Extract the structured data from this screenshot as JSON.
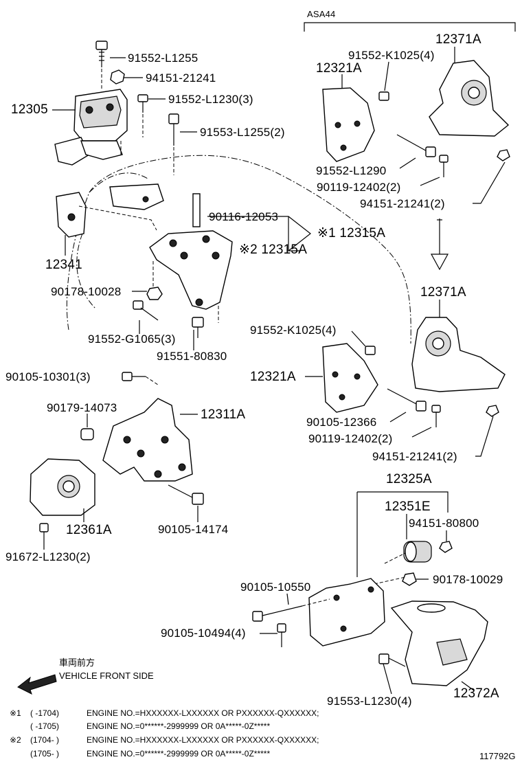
{
  "variant_label": "ASA44",
  "labels": {
    "p12305": "12305",
    "p91552_L1255": "91552-L1255",
    "p94151_21241_a": "94151-21241",
    "p91552_L1230_3": "91552-L1230(3)",
    "p91553_L1255_2": "91553-L1255(2)",
    "p90116_12053": "90116-12053",
    "p12315A_1": "※1 12315A",
    "p12315A_2": "※2 12315A",
    "p12341": "12341",
    "p90178_10028": "90178-10028",
    "p91552_G1065_3": "91552-G1065(3)",
    "p91551_80830": "91551-80830",
    "p90105_10301_3": "90105-10301(3)",
    "p90179_14073": "90179-14073",
    "p12311A": "12311A",
    "p12361A": "12361A",
    "p90105_14174": "90105-14174",
    "p91672_L1230_2": "91672-L1230(2)",
    "p12371A_top": "12371A",
    "p91552_K1025_4_top": "91552-K1025(4)",
    "p12321A_top": "12321A",
    "p91552_L1290": "91552-L1290",
    "p90119_12402_2_top": "90119-12402(2)",
    "p94151_21241_2_top": "94151-21241(2)",
    "p12371A_mid": "12371A",
    "p91552_K1025_4_mid": "91552-K1025(4)",
    "p12321A_mid": "12321A",
    "p90105_12366": "90105-12366",
    "p90119_12402_2_mid": "90119-12402(2)",
    "p94151_21241_2_mid": "94151-21241(2)",
    "p12325A": "12325A",
    "p12351E": "12351E",
    "p94151_80800": "94151-80800",
    "p90178_10029": "90178-10029",
    "p90105_10550": "90105-10550",
    "p90105_10494_4": "90105-10494(4)",
    "p91553_L1230_4": "91553-L1230(4)",
    "p12372A": "12372A"
  },
  "front_side": {
    "jp": "車両前方",
    "en": "VEHICLE FRONT SIDE"
  },
  "notes": [
    {
      "mark": "※1",
      "range": "(      -1704)",
      "text": "ENGINE NO.=HXXXXXX-LXXXXXX OR PXXXXXX-QXXXXXX;"
    },
    {
      "mark": "",
      "range": "(      -1705)",
      "text": "ENGINE NO.=0******-2999999 OR 0A*****-0Z*****"
    },
    {
      "mark": "※2",
      "range": "(1704-      )",
      "text": "ENGINE NO.=HXXXXXX-LXXXXXX OR PXXXXXX-QXXXXXX;"
    },
    {
      "mark": "",
      "range": "(1705-      )",
      "text": "ENGINE NO.=0******-2999999 OR 0A*****-0Z*****"
    }
  ],
  "diagram_id": "117792G"
}
